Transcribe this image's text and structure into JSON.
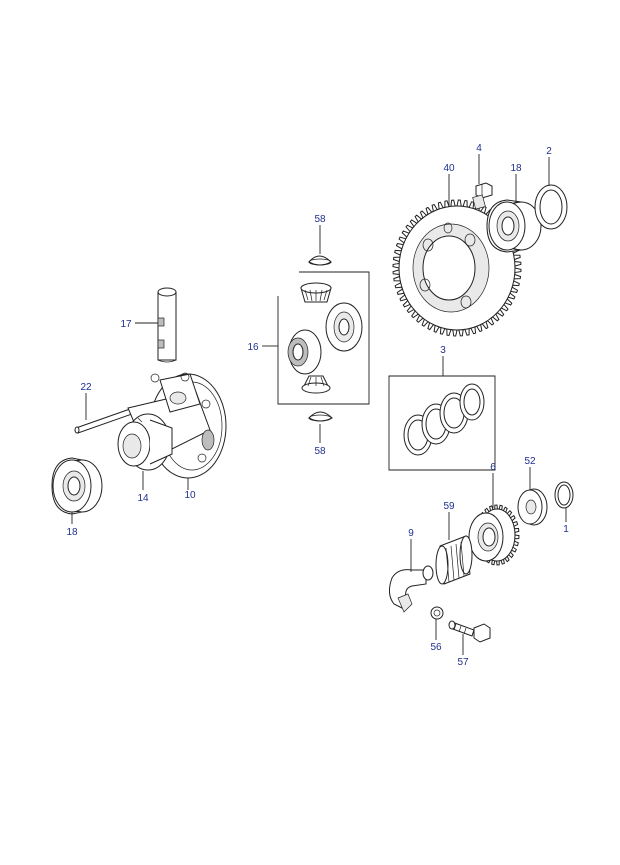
{
  "diagram": {
    "callouts": {
      "p1": "1",
      "p2": "2",
      "p3": "3",
      "p4": "4",
      "p6": "6",
      "p9": "9",
      "p10": "10",
      "p14": "14",
      "p16": "16",
      "p17": "17",
      "p18_top": "18",
      "p18_left": "18",
      "p22": "22",
      "p40": "40",
      "p52": "52",
      "p56": "56",
      "p57": "57",
      "p58_top": "58",
      "p58_bottom": "58",
      "p59": "59"
    }
  },
  "colors": {
    "callout": "#1f2f8f",
    "line": "#222222",
    "background": "#ffffff"
  }
}
